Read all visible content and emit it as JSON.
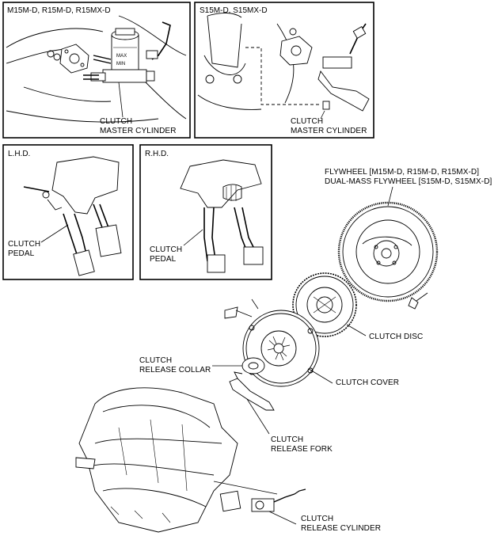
{
  "panels": {
    "m15": {
      "header": "M15M-D, R15M-D, R15MX-D",
      "label": [
        "CLUTCH",
        "MASTER CYLINDER"
      ]
    },
    "s15": {
      "header": "S15M-D, S15MX-D",
      "label": [
        "CLUTCH",
        "MASTER CYLINDER"
      ]
    },
    "lhd": {
      "header": "L.H.D.",
      "label": [
        "CLUTCH",
        "PEDAL"
      ]
    },
    "rhd": {
      "header": "R.H.D.",
      "label": [
        "CLUTCH",
        "PEDAL"
      ]
    }
  },
  "reservoir_marks": {
    "max": "MAX",
    "min": "MIN"
  },
  "exploded": {
    "flywheel": [
      "FLYWHEEL [M15M-D, R15M-D, R15MX-D]",
      "DUAL-MASS FLYWHEEL [S15M-D, S15MX-D]"
    ],
    "clutch_disc": "CLUTCH  DISC",
    "clutch_cover": "CLUTCH  COVER",
    "release_collar": [
      "CLUTCH",
      "RELEASE COLLAR"
    ],
    "release_fork": [
      "CLUTCH",
      "RELEASE FORK"
    ],
    "release_cylinder": [
      "CLUTCH",
      "RELEASE CYLINDER"
    ]
  }
}
